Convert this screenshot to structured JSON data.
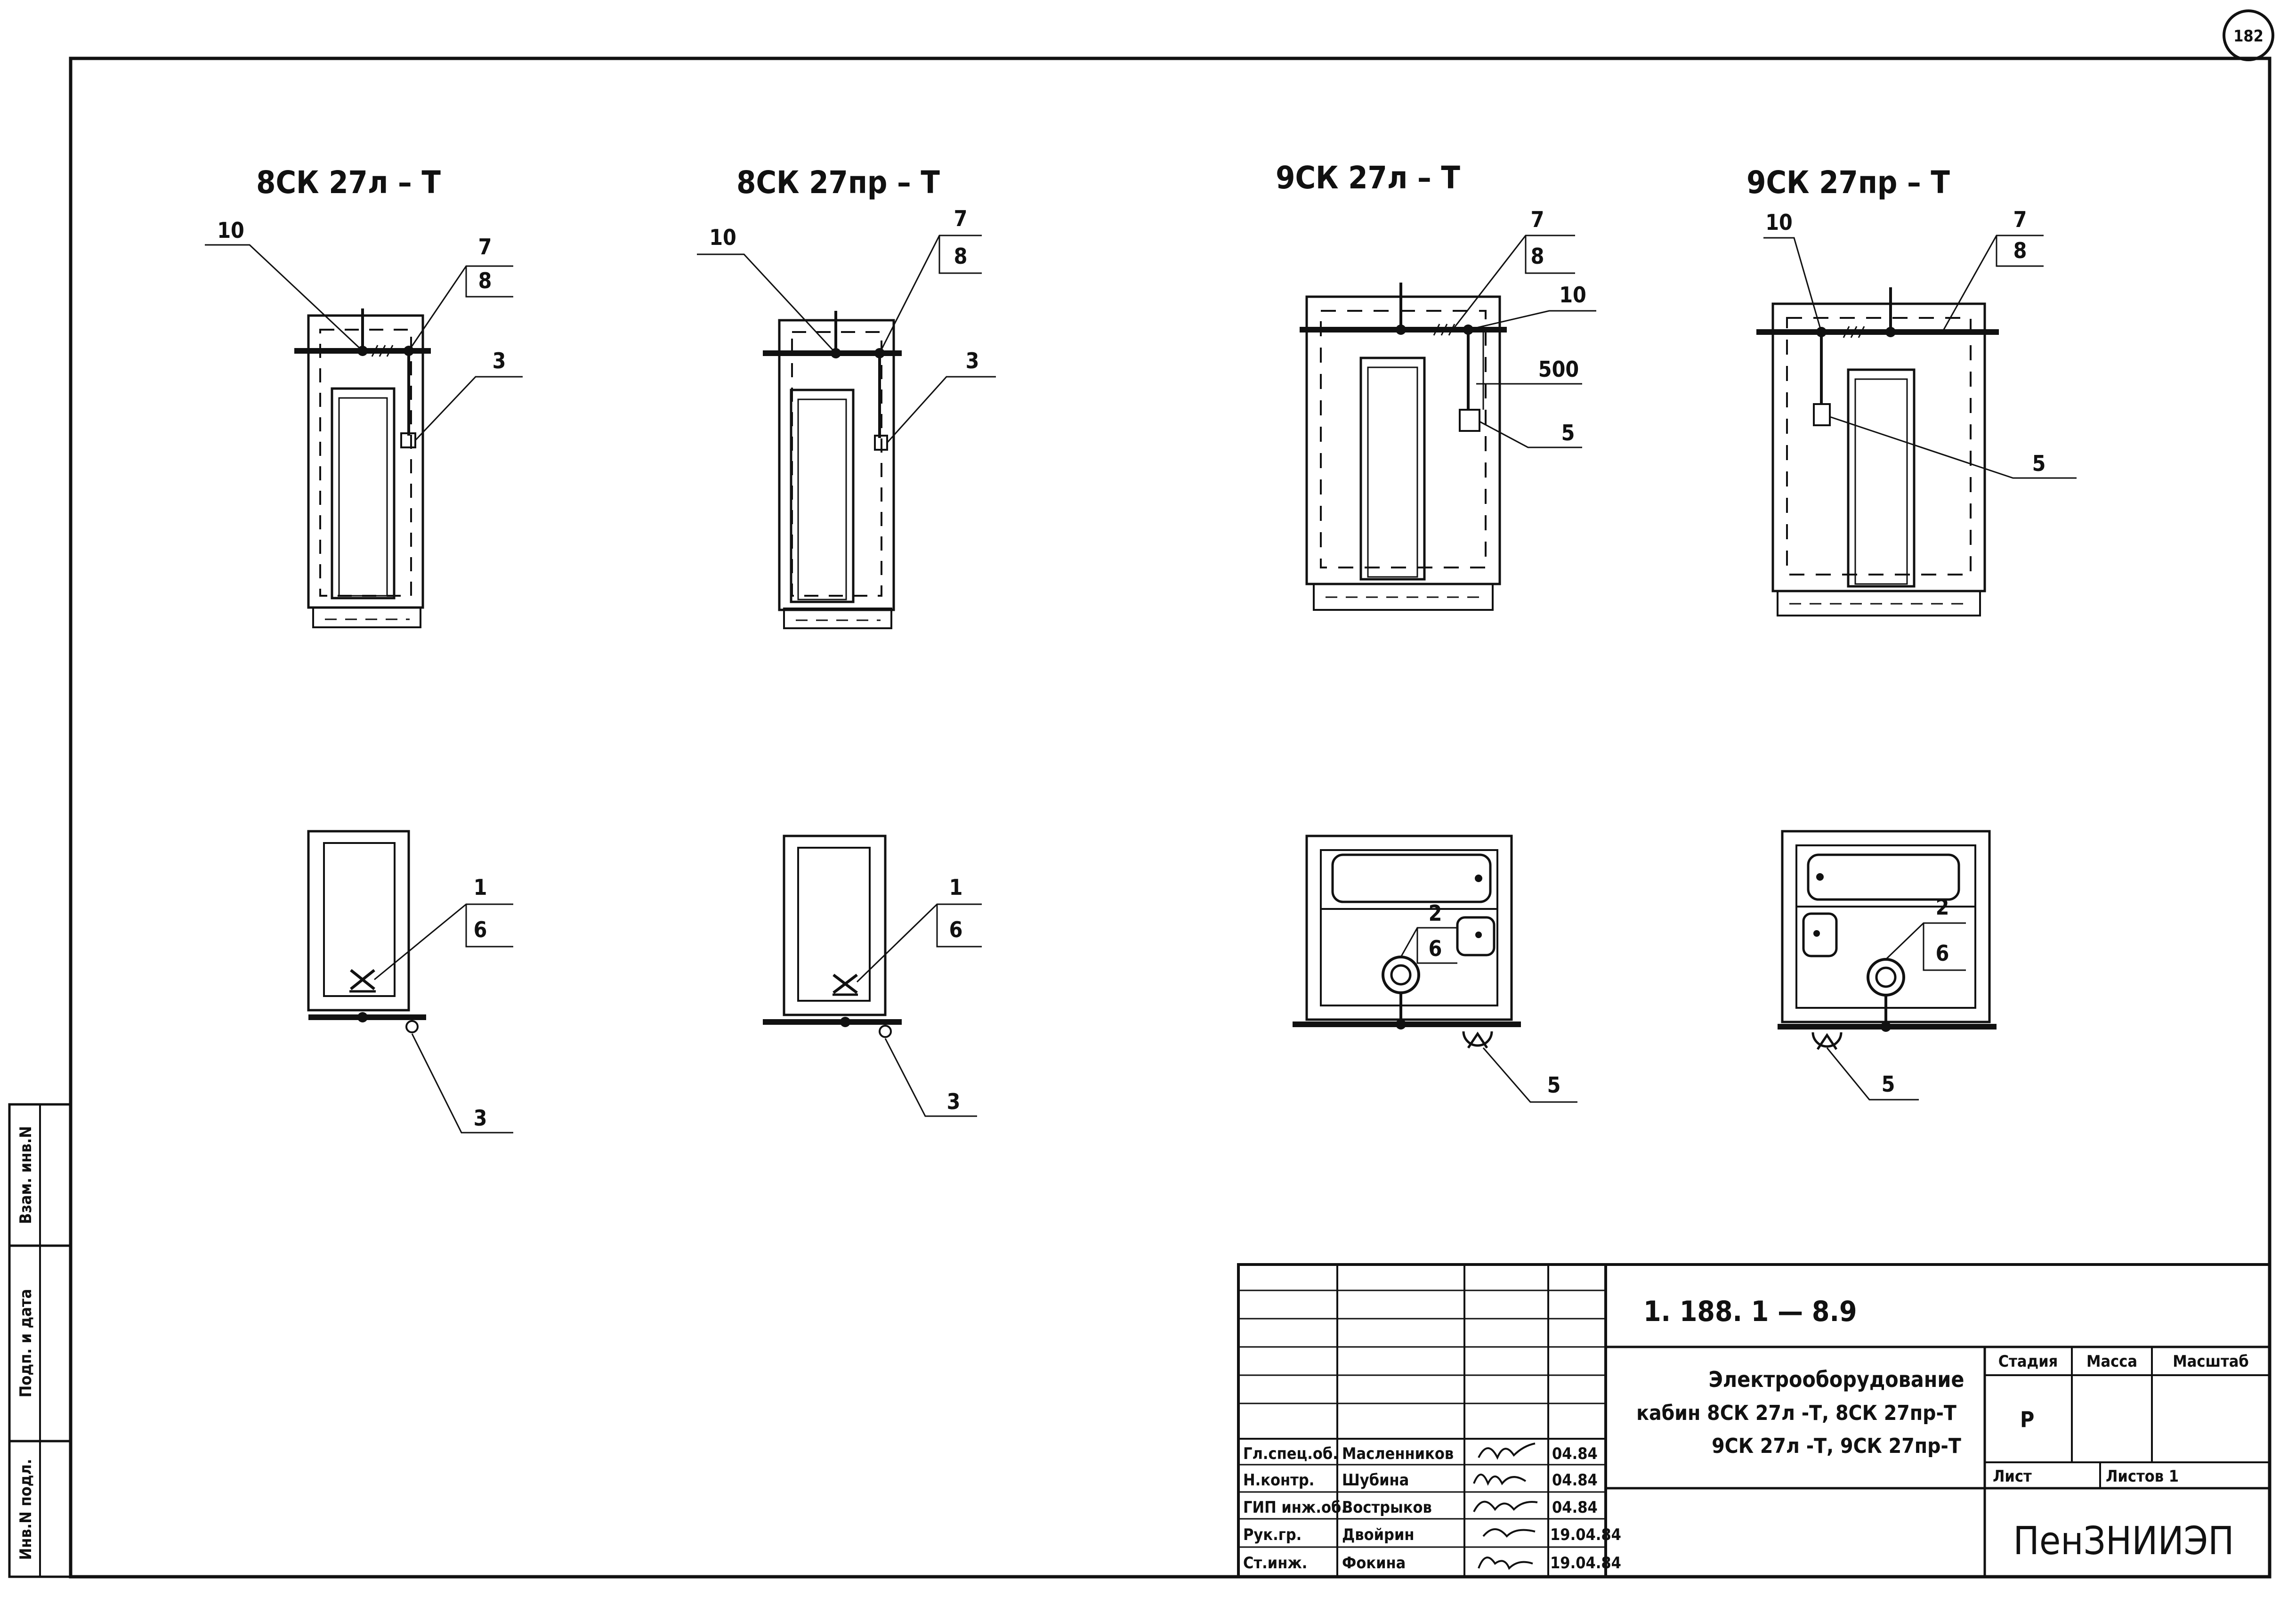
{
  "sheet_number": "182",
  "views": [
    {
      "title": "8СК 27л – Т",
      "leaders": {
        "l10": "10",
        "l7": "7",
        "l8": "8",
        "l3": "3",
        "l1": "1",
        "l6": "6",
        "l3b": "3"
      }
    },
    {
      "title": "8СК 27пр – Т",
      "leaders": {
        "l10": "10",
        "l7": "7",
        "l8": "8",
        "l3": "3",
        "l1": "1",
        "l6": "6",
        "l3b": "3"
      }
    },
    {
      "title": "9СК 27л – Т",
      "leaders": {
        "l7": "7",
        "l8": "8",
        "l10": "10",
        "dim": "500",
        "l5": "5",
        "l2": "2",
        "l6": "6",
        "l5b": "5"
      }
    },
    {
      "title": "9СК 27пр – Т",
      "leaders": {
        "l10": "10",
        "l7": "7",
        "l8": "8",
        "l5": "5",
        "l2": "2",
        "l6": "6",
        "l5b": "5"
      }
    }
  ],
  "side_stamp": [
    "Инв.N подл.",
    "Подп. и дата",
    "Взам. инв.N"
  ],
  "title_block": {
    "doc_code": "1. 188. 1 — 8.9",
    "title_lines": [
      "Электрооборудование",
      "кабин   8СК 27л -Т, 8СК 27пр-Т",
      "9СК 27л -Т, 9СК 27пр-Т"
    ],
    "col_stage": "Стадия",
    "col_mass": "Масса",
    "col_scale": "Масштаб",
    "stage_value": "Р",
    "sheet_label": "Лист",
    "sheets_label": "Листов 1",
    "org": "ПенЗНИИЭП",
    "staff": [
      {
        "role": "Гл.спец.об.",
        "name": "Масленников",
        "date": "04.84"
      },
      {
        "role": "Н.контр.",
        "name": "Шубина",
        "date": "04.84"
      },
      {
        "role": "ГИП инж.об.",
        "name": "Вострыков",
        "date": "04.84"
      },
      {
        "role": "Рук.гр.",
        "name": "Двойрин",
        "date": "19.04.84"
      },
      {
        "role": "Ст.инж.",
        "name": "Фокина",
        "date": "19.04.84"
      }
    ]
  }
}
